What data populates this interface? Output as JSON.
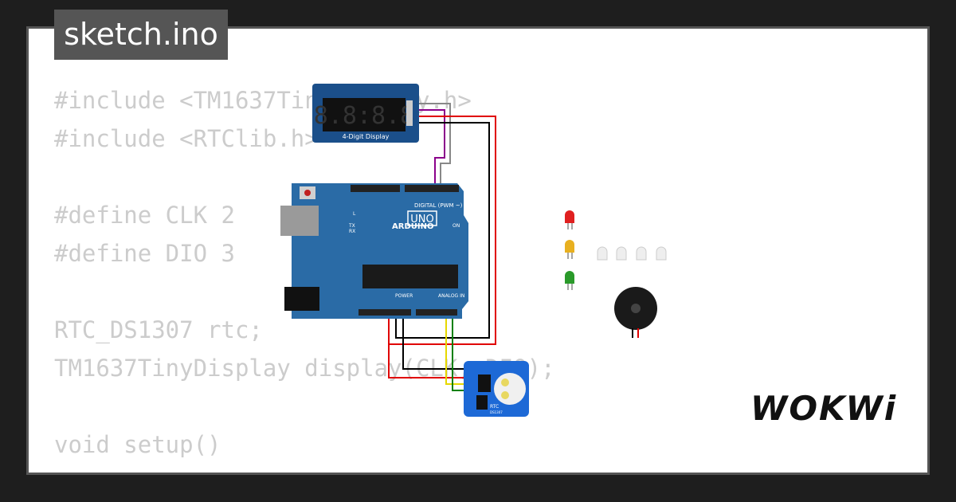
{
  "tab": {
    "label": "sketch.ino"
  },
  "code_lines": [
    "#include <TM1637TinyDisplay.h>",
    "#include <RTClib.h>",
    "",
    "#define CLK 2",
    "#define DIO 3",
    "",
    "RTC_DS1307 rtc;",
    "TM1637TinyDisplay display(CLK, DIO);",
    "",
    "void setup()",
    "{"
  ],
  "display_module": {
    "digits": "8.8:8.8",
    "caption": "4-Digit Display"
  },
  "arduino": {
    "brand": "ARDUINO",
    "model": "UNO",
    "digital_label": "DIGITAL (PWM ~)",
    "power_label": "POWER",
    "analog_label": "ANALOG IN",
    "on_label": "ON",
    "led_labels": [
      "L",
      "TX",
      "RX"
    ]
  },
  "rtc_module": {
    "label": "RTC",
    "chip": "DS1307"
  },
  "logo": {
    "text": "WOKWi"
  },
  "colors": {
    "background": "#1e1e1e",
    "tab_bg": "#555555",
    "code_text": "#cccccc",
    "board_blue": "#2a6ba6",
    "display_blue": "#1b4f8a",
    "rtc_blue": "#1d69d6",
    "wire_red": "#e00000",
    "wire_black": "#000000",
    "wire_purple": "#8b008b",
    "wire_gray": "#888888",
    "wire_yellow": "#e6d800",
    "wire_green": "#008000",
    "led_red": "#e02020",
    "led_yellow": "#e8b020",
    "led_green": "#2a9a2a"
  }
}
